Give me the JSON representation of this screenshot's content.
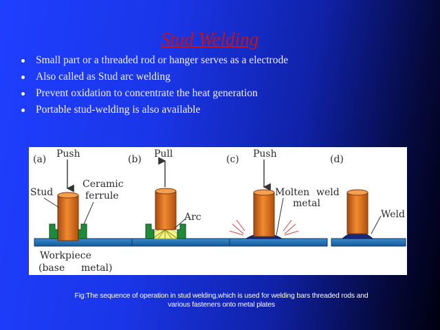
{
  "slide": {
    "title": "Stud Welding",
    "bullets": [
      "Small part or a threaded rod or hanger serves as a electrode",
      "Also called as Stud arc welding",
      "Prevent oxidation to concentrate the heat generation",
      "Portable stud-welding is also available"
    ]
  },
  "figure": {
    "panels": [
      {
        "tag": "(a)",
        "force": "Push",
        "labels": [
          "Stud",
          "Ceramic",
          "ferrule",
          "Workpiece",
          "(base",
          "metal)"
        ]
      },
      {
        "tag": "(b)",
        "force": "Pull",
        "labels": [
          "Arc"
        ]
      },
      {
        "tag": "(c)",
        "force": "Push",
        "labels": [
          "Molten",
          "weld",
          "metal"
        ]
      },
      {
        "tag": "(d)",
        "labels": [
          "Weld"
        ]
      }
    ]
  },
  "caption": {
    "line1": "Fig:The sequence of operation in stud welding,which is used for welding bars threaded rods and",
    "line2": "various fasteners onto metal plates"
  },
  "colors": {
    "title": "#cc1111",
    "stud": "#e07020",
    "ferrule": "#1f8a3a",
    "plate": "#1c6db0",
    "weld": "#1a2a7a"
  }
}
